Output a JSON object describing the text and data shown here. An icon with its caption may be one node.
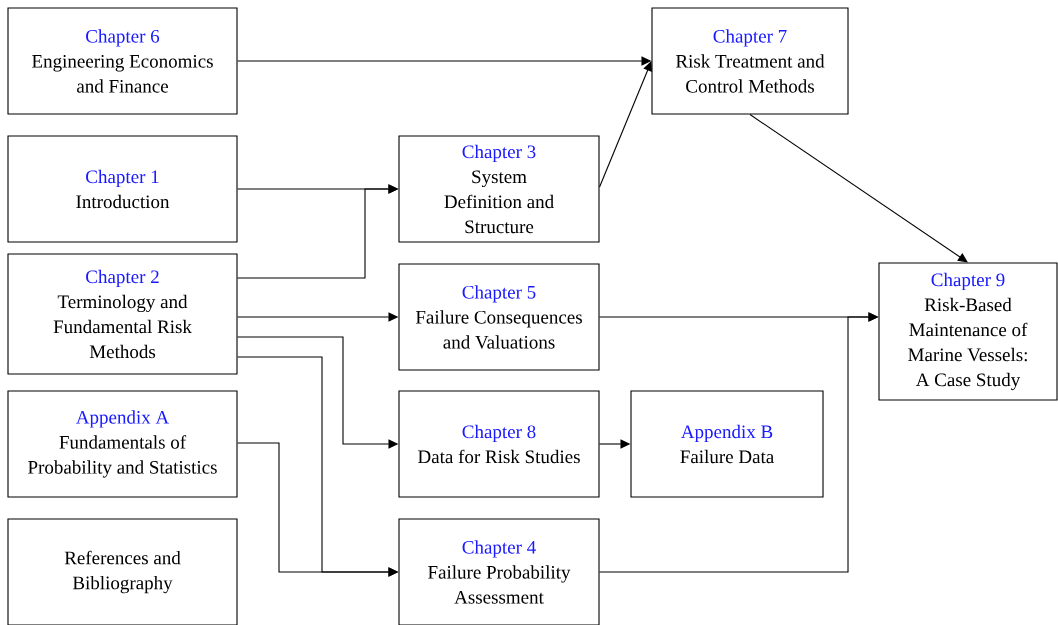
{
  "diagram": {
    "nodes": [
      {
        "text": [
          "Chapter 6",
          "Engineering Economics and Finance"
        ]
      },
      {
        "text": [
          "Chapter 7",
          "Risk Treatment and Control Methods"
        ]
      },
      {
        "text": [
          "Chapter 1",
          "Introduction"
        ]
      },
      {
        "text": [
          "Chapter 3",
          "System Definition and Structure"
        ]
      },
      {
        "text": [
          "Chapter 2",
          "Terminology and Fundamental Risk Methods"
        ]
      },
      {
        "text": [
          "Chapter 5",
          "Failure Consequences and Valuations"
        ]
      },
      {
        "text": [
          "Chapter 9",
          "Risk-Based Maintenance of Marine Vessels: A Case Study"
        ]
      },
      {
        "text": [
          "Appendix A",
          "Fundamentals of Probability and Statistics"
        ]
      },
      {
        "text": [
          "Chapter 8",
          "Data for Risk Studies"
        ]
      },
      {
        "text": [
          "Appendix B",
          "Failure Data"
        ]
      },
      {
        "text": [
          "References and Bibliography"
        ]
      },
      {
        "text": [
          "Chapter 4",
          "Failure Probability Assessment"
        ]
      }
    ],
    "edges": [
      {
        "from": 0,
        "to": 1,
        "arrow": "to"
      },
      {
        "from": 2,
        "to": 3,
        "arrow": "to"
      },
      {
        "from": 4,
        "to": 3,
        "arrow": "to"
      },
      {
        "from": 3,
        "to": 1,
        "arrow": "to"
      },
      {
        "from": 1,
        "to": 6,
        "arrow": "to"
      },
      {
        "from": 4,
        "to": 5,
        "arrow": "to"
      },
      {
        "from": 4,
        "to": 8,
        "arrow": "to"
      },
      {
        "from": 4,
        "to": 11,
        "arrow": "to"
      },
      {
        "from": 7,
        "to": 11,
        "arrow": "to"
      },
      {
        "from": 8,
        "to": 9,
        "arrow": "to"
      },
      {
        "from": 5,
        "to": 6,
        "arrow": "to"
      },
      {
        "from": 11,
        "to": 6,
        "arrow": "to"
      }
    ]
  }
}
